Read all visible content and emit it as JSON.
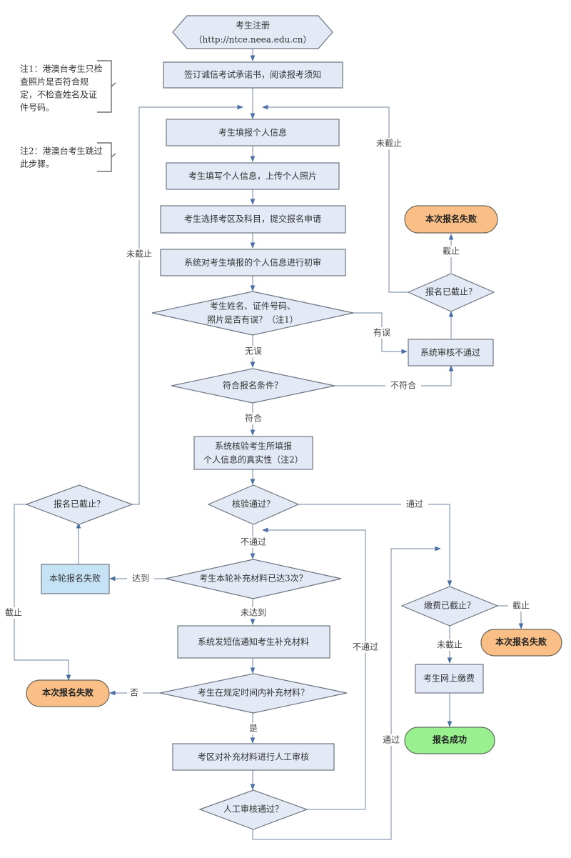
{
  "notes": {
    "note1": [
      "注1：港澳台考生只检",
      "查照片是否符合规",
      "定，不检查姓名及证",
      "件号码。"
    ],
    "note2": [
      "注2：港澳台考生跳过",
      "此步骤。"
    ]
  },
  "nodes": {
    "start": [
      "考生注册",
      "（http://ntce.neea.edu.cn）"
    ],
    "sign": "签订诚信考试承诺书，阅读报考须知",
    "fill_info": "考生填报个人信息",
    "upload_photo": "考生填写个人信息，上传个人照片",
    "select_area": "考生选择考区及科目，提交报名申请",
    "initial_review": "系统对考生填报的个人信息进行初审",
    "check_errors": [
      "考生姓名、证件号码、",
      "照片是否有误？（注1）"
    ],
    "meets_conditions": "符合报名条件？",
    "verify": [
      "系统核验考生所填报",
      "个人信息的真实性（注2）"
    ],
    "verify_pass": "核验通过？",
    "supp_3_times": "考生本轮补充材料已达3次？",
    "sms_notify": "系统发短信通知考生补充材料",
    "supp_in_time": "考生在规定时间内补充材料？",
    "manual_review": "考区对补充材料进行人工审核",
    "manual_pass": "人工审核通过？",
    "system_reject": "系统审核不通过",
    "reg_closed_right": "报名已截止？",
    "fail_right_top": "本次报名失败",
    "round_fail": "本轮报名失败",
    "reg_closed_left": "报名已截止？",
    "fail_left": "本次报名失败",
    "pay_closed": "缴费已截止？",
    "fail_pay": "本次报名失败",
    "pay_online": "考生网上缴费",
    "success": "报名成功"
  },
  "labels": {
    "not_closed_top_right": "未截止",
    "not_closed_left": "未截止",
    "closed_right": "截止",
    "has_error": "有误",
    "no_error": "无误",
    "not_meet": "不符合",
    "meet": "符合",
    "pass_right": "通过",
    "not_pass": "不通过",
    "reached": "达到",
    "not_reached": "未达到",
    "closed_left": "截止",
    "no": "否",
    "yes": "是",
    "manual_not_pass": "不通过",
    "manual_pass": "通过",
    "pay_closed": "截止",
    "pay_not_closed": "未截止"
  },
  "colors": {
    "process_fill": "#e3eaf5",
    "round_fail_fill": "#c6e2f5",
    "fail_fill": "#f9bf86",
    "success_fill": "#98f08e",
    "connector": "#8a9ab0",
    "arrow": "#4a6fa5"
  }
}
